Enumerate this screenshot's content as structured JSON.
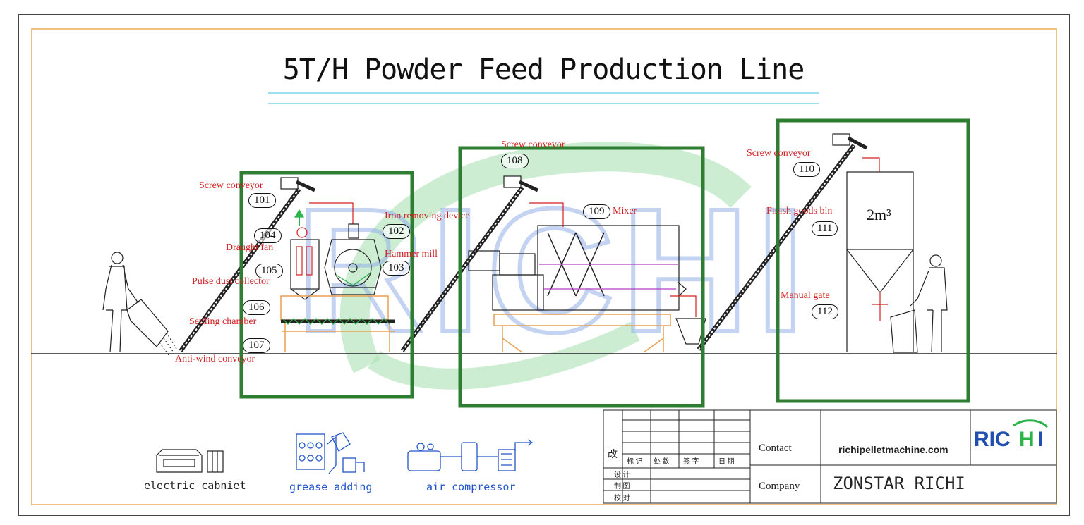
{
  "title": "5T/H Powder Feed Production Line",
  "colors": {
    "label_red": "#d42020",
    "box_green": "#2e7d32",
    "aux_blue": "#2255cc",
    "frame_orange": "#f0c080",
    "watermark_blue": "#3b6fd8",
    "watermark_green": "#3fb34f",
    "conveyor_dark": "#222222"
  },
  "labels": {
    "l101": "Screw conveyor",
    "l102": "Iron removing device",
    "l103": "Hammer mill",
    "l104": "Draught fan",
    "l105": "Pulse dust collector",
    "l106": "Settling chamber",
    "l107": "Anti-wind conveyor",
    "l108": "Screw conveyor",
    "l109": "Mixer",
    "l110": "Screw conveyor",
    "l111": "Finish goods bin",
    "l112": "Manual gate"
  },
  "numbers": {
    "n101": "101",
    "n102": "102",
    "n103": "103",
    "n104": "104",
    "n105": "105",
    "n106": "106",
    "n107": "107",
    "n108": "108",
    "n109": "109",
    "n110": "110",
    "n111": "111",
    "n112": "112"
  },
  "bin_capacity": "2m³",
  "aux": {
    "electric": "electric cabniet",
    "grease": "grease adding",
    "air": "air compressor"
  },
  "titleblock": {
    "gai": "改",
    "row_headers": [
      "标 记",
      "处 数",
      "签  字",
      "日  期"
    ],
    "she_ji": "设 计",
    "zhi_tu": "制 图",
    "jiao_dui": "校 对",
    "contact_label": "Contact",
    "contact_value": "richipelletmachine.com",
    "company_label": "Company",
    "company_value": "ZONSTAR RICHI",
    "logo_text": "RICHI"
  },
  "watermark": "RICHI"
}
